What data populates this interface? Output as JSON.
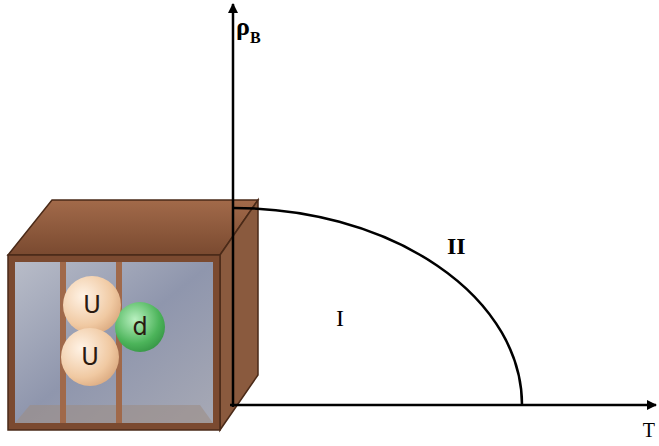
{
  "diagram": {
    "nodes": [
      {
        "text": [
          "U"
        ]
      },
      {
        "text": [
          "U"
        ]
      },
      {
        "text": [
          "d"
        ]
      }
    ],
    "labels": [
      "ρ",
      "B",
      "I",
      "II",
      "T"
    ]
  }
}
